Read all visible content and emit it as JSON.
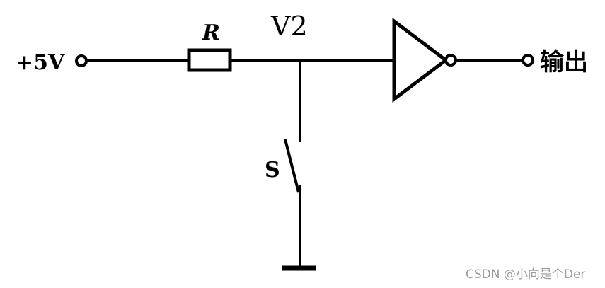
{
  "diagram": {
    "supply_label": "+5V",
    "resistor_label": "R",
    "node_label": "V2",
    "switch_label": "S",
    "output_label": "输出"
  },
  "watermark": "CSDN @小向是个Der"
}
